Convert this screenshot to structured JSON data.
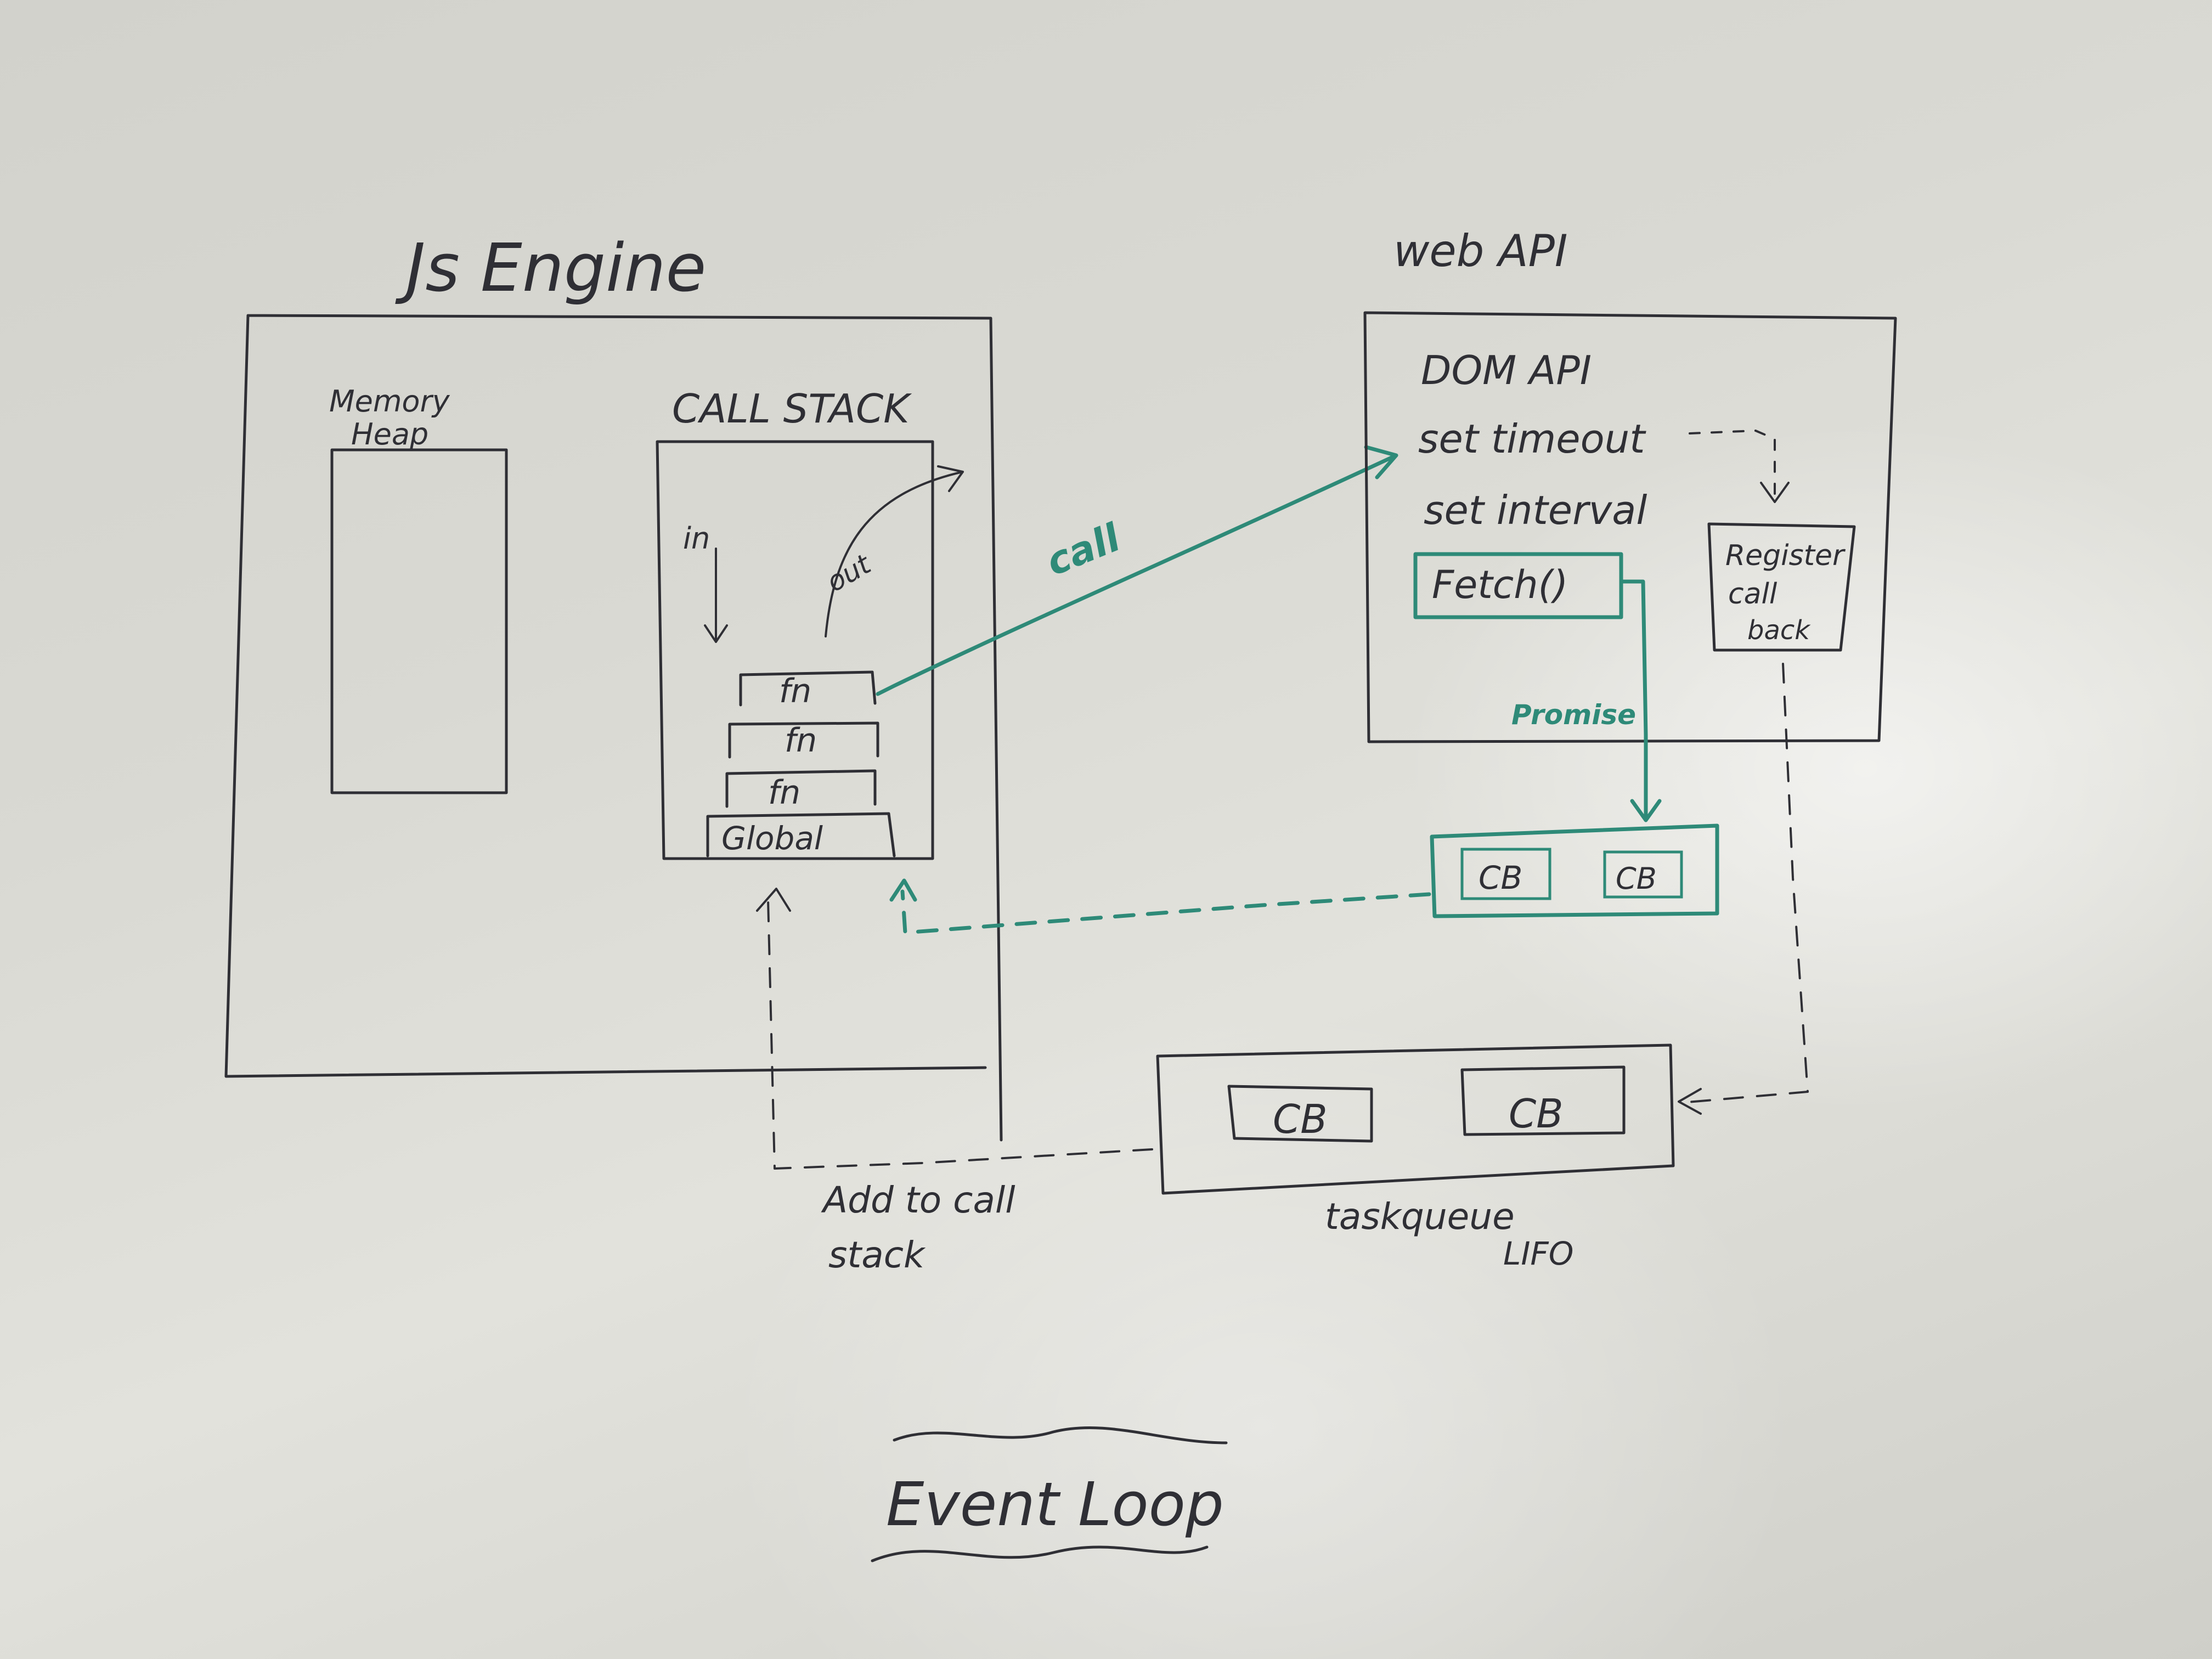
{
  "js_engine": {
    "title": "Js Engine",
    "memory_heap_label_line1": "Memory",
    "memory_heap_label_line2": "Heap",
    "call_stack": {
      "title": "CALL STACK",
      "in_label": "in",
      "out_label": "out",
      "frames": [
        "fn",
        "fn",
        "fn",
        "Global"
      ]
    }
  },
  "call_arrow_label": "call",
  "web_api": {
    "title": "web API",
    "items": [
      "DOM API",
      "set timeout",
      "set interval",
      "Fetch()"
    ],
    "register_callback": [
      "Register",
      "call",
      "back"
    ]
  },
  "promise_label": "Promise",
  "microtask_queue": {
    "items": [
      "CB",
      "CB"
    ]
  },
  "task_queue": {
    "items": [
      "CB",
      "CB"
    ],
    "label_line1": "taskqueue",
    "label_line2": "LIFO"
  },
  "add_to_call_stack_line1": "Add to call",
  "add_to_call_stack_line2": "stack",
  "event_loop_label": "Event Loop",
  "colors": {
    "ink": "#2f2f35",
    "green_marker": "#2e8a78",
    "paper": "#dcdcd6"
  }
}
